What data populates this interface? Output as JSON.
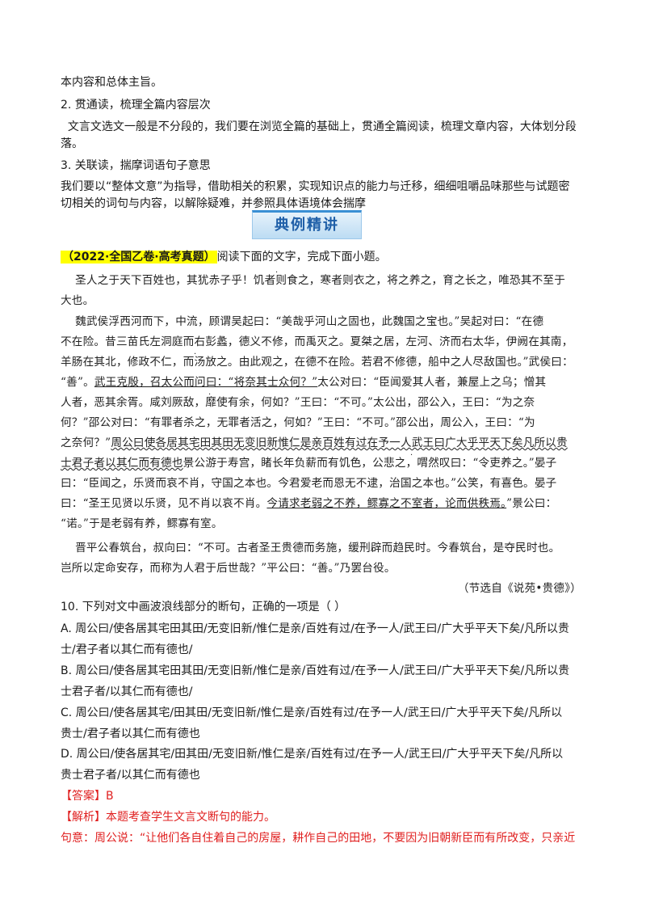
{
  "intro": {
    "line1": "本内容和总体主旨。",
    "step2_title": "2. 贯通读，梳理全篇内容层次",
    "step2_body_1": "  文言文选文一般是不分段的，我们要在浏览全篇的基础上，贯通全篇阅读，梳理文章内容，大体划分段",
    "step2_body_2": "落。",
    "step3_title": "3. 关联读，揣摩词语句子意思",
    "step3_body_1": "我们要以“整体文意”为指导，借助相关的积累，实现知识点的能力与迁移，细细咀嚼品味那些与试题密",
    "step3_body_2": "切相关的词句与内容，以解除疑难，并参照具体语境体会揣摩"
  },
  "banner": {
    "label": "典例精讲"
  },
  "question_intro": {
    "tag": "（2022·全国乙卷·高考真题）",
    "text": "阅读下面的文字，完成下面小题。"
  },
  "passage": {
    "p1_l1": "    圣人之于天下百姓也，其犹赤子乎！饥者则食之，寒者则衣之，将之养之，育之长之，唯恐其不至于",
    "p1_l2": "大也。",
    "p2_l1": "    魏武侯浮西河而下，中流，顾谓吴起曰：“美哉乎河山之固也，此魏国之宝也。”吴起对曰：“在德",
    "p2_l2": "不在险。昔三苗氏左洞庭而右彭蠡，德义不修，而禹灭之。夏桀之居，左河、济而右太华，伊阙在其南，",
    "p2_l3": "羊肠在其北，修政不仁，而汤放之。由此观之，在德不在险。若君不修德，船中之人尽敌国也。”武侯曰：",
    "p2_l4a": "“善”。",
    "p2_l4b": "武王克殷，召太公而问曰：“将奈其士众何？”",
    "p2_l4c": "太公对曰：“臣闻爱其人者，兼屋上之乌；憎其",
    "p2_l5": "人者，恶其余胥。咸刘厥敌，靡使有余，何如？”王曰：“不可。”太公出，邵公入，王曰：“为之奈",
    "p2_l6": "何？”邵公对曰：“有罪者杀之，无罪者活之，何如？”王曰：“不可。”邵公出，周公入，王曰：“为",
    "p2_l7a": "之奈何？”",
    "p2_l7b": "周公曰使各居其宅田其田无变旧新惟仁是亲百姓有过在予一人武王曰广大乎平天下矣凡所以贵",
    "p2_l8a": "士君子者以其仁而有德也",
    "p2_l8b": "景公游于寿宫，睹长年负薪而有饥色，公悲之，喟然叹曰：“令吏养之。”晏子",
    "p2_l9": "曰：“臣闻之，乐贤而哀不肖，守国之本也。今君爱老而恩无不逮，治国之本也。”公笑，有喜色。晏子",
    "p2_l10a": "曰：“圣王见贤以乐贤，见不肖以哀不肖。",
    "p2_l10b": "今请求老弱之不养，鳏寡之不室者，论而供秩焉。",
    "p2_l10c": "”景公曰：",
    "p2_l11": "“诺。”于是老弱有养，鳏寡有室。",
    "p3_l1": "    晋平公春筑台，叔向曰：“不可。古者圣王贵德而务施，缓刑辟而趋民时。今春筑台，是夺民时也。",
    "p3_l2": "岂所以定命安存，而称为人君于后世哉？”平公曰：“善。”乃罢台役。",
    "source": "（节选自《说苑•贵德》）"
  },
  "question": {
    "stem": "10. 下列对文中画波浪线部分的断句，正确的一项是（    ）",
    "A_1": "A. 周公曰/使各居其宅田其田/无变旧新/惟仁是亲/百姓有过/在予一人/武王曰/广大乎平天下矣/凡所以贵",
    "A_2": "士/君子者以其仁而有德也/",
    "B_1": "B. 周公曰/使各居其宅田其田/无变旧新/惟仁是亲/百姓有过/在予一人/武王曰/广大乎平天下矣/凡所以贵",
    "B_2": "士君子者/以其仁而有德也/",
    "C_1": "C. 周公曰/使各居其宅/田其田/无变旧新/惟仁是亲/百姓有过/在予一人/武王曰/广大乎平天下矣/凡所以",
    "C_2": "贵士/君子者以其仁而有德也",
    "D_1": "D. 周公曰/使各居其宅/田其田/无变旧新/惟仁是亲/百姓有过/在予一人/武王曰/广大乎平天下矣/凡所以",
    "D_2": "贵士君子者/以其仁而有德也"
  },
  "answer": {
    "label": "【答案】",
    "value": "B",
    "analysis_label": "【解析】",
    "analysis_text": "本题考查学生文言文断句的能力。",
    "translation": "句意：周公说：“让他们各自住着自己的房屋，耕作自己的田地，不要因为旧朝新臣而有所改变，只亲近"
  },
  "colors": {
    "accent_red": "#e02020",
    "highlight": "#ffff00",
    "banner_blue": "#1f5fa8"
  }
}
